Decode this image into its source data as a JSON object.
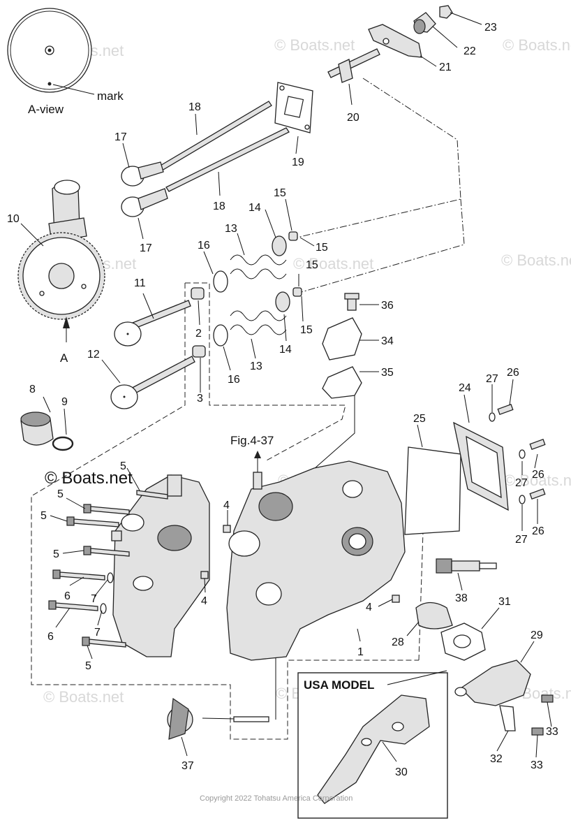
{
  "callouts": {
    "c1": "1",
    "c2": "2",
    "c3": "3",
    "c4a": "4",
    "c4b": "4",
    "c4c": "4",
    "c5a": "5",
    "c5b": "5",
    "c5c": "5",
    "c5d": "5",
    "c5e": "5",
    "c6a": "6",
    "c6b": "6",
    "c7a": "7",
    "c7b": "7",
    "c8": "8",
    "c9": "9",
    "c10": "10",
    "c11": "11",
    "c12": "12",
    "c13a": "13",
    "c13b": "13",
    "c14a": "14",
    "c14b": "14",
    "c15a": "15",
    "c15b": "15",
    "c15c": "15",
    "c15d": "15",
    "c16a": "16",
    "c16b": "16",
    "c17a": "17",
    "c17b": "17",
    "c18a": "18",
    "c18b": "18",
    "c19": "19",
    "c20": "20",
    "c21": "21",
    "c22": "22",
    "c23": "23",
    "c24": "24",
    "c25": "25",
    "c26a": "26",
    "c26b": "26",
    "c26c": "26",
    "c27a": "27",
    "c27b": "27",
    "c27c": "27",
    "c28": "28",
    "c29": "29",
    "c30": "30",
    "c31": "31",
    "c32": "32",
    "c33a": "33",
    "c33b": "33",
    "c34": "34",
    "c35": "35",
    "c36": "36",
    "c37": "37",
    "c38": "38"
  },
  "labels": {
    "a_view": "A-view",
    "mark": "mark",
    "arrow_a": "A",
    "fig_ref": "Fig.4-37",
    "usa_model": "USA MODEL"
  },
  "watermark": {
    "text": "© Boats.net",
    "strong": "© Boats.net"
  },
  "copyright": "Copyright 2022 Tohatsu America Corporation"
}
